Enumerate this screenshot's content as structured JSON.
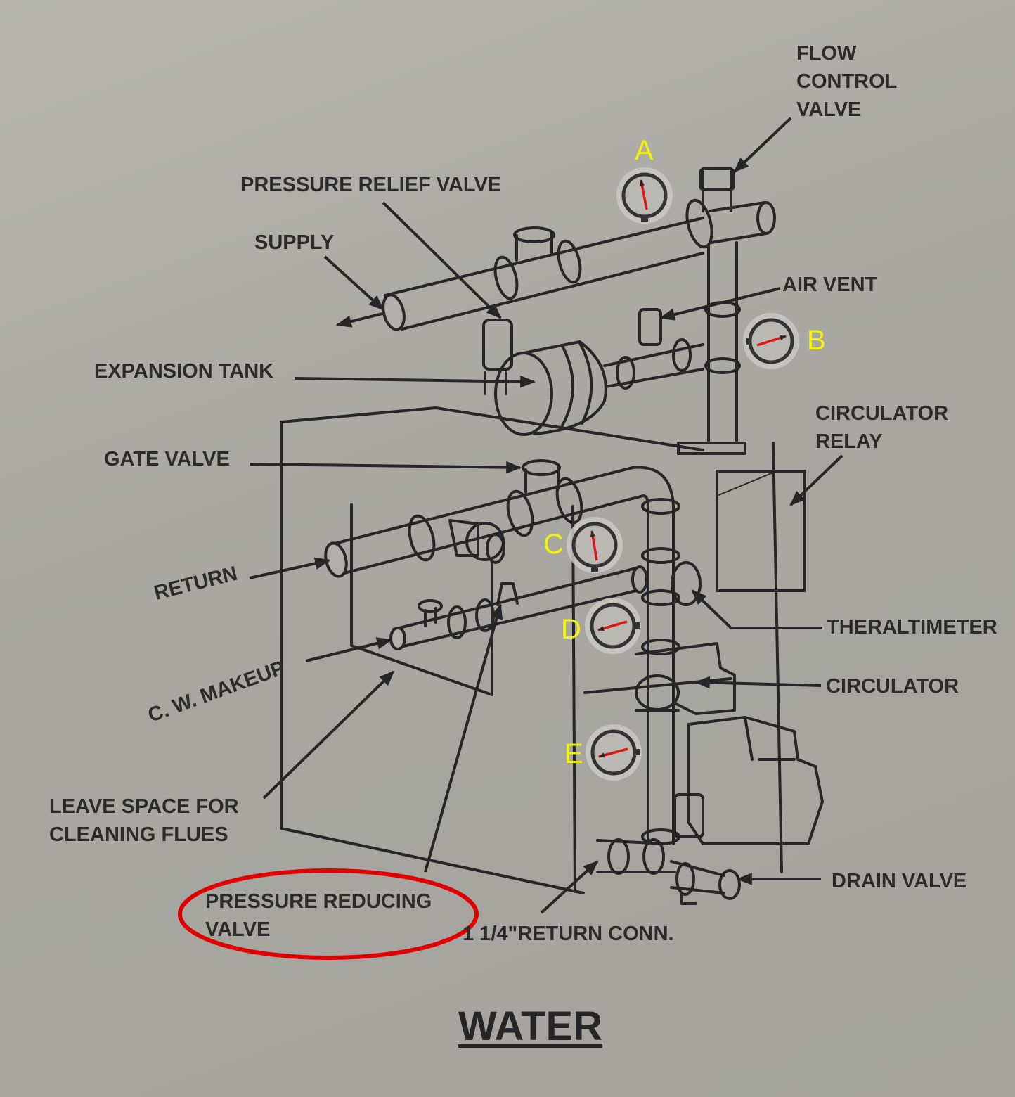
{
  "title": "WATER",
  "labels": {
    "flow_control_valve": "FLOW\nCONTROL\nVALVE",
    "pressure_relief_valve": "PRESSURE RELIEF VALVE",
    "supply": "SUPPLY",
    "air_vent": "AIR VENT",
    "expansion_tank": "EXPANSION TANK",
    "circulator_relay": "CIRCULATOR\nRELAY",
    "gate_valve": "GATE VALVE",
    "return": "RETURN",
    "theraltimeter": "THERALTIMETER",
    "cw_makeup": "C. W. MAKEUP",
    "circulator": "CIRCULATOR",
    "leave_space": "LEAVE SPACE FOR\nCLEANING FLUES",
    "pressure_reducing_valve": "PRESSURE REDUCING\nVALVE",
    "return_conn": "1 1/4\"RETURN CONN.",
    "drain_valve": "DRAIN VALVE"
  },
  "gauges": [
    {
      "letter": "A"
    },
    {
      "letter": "B"
    },
    {
      "letter": "C"
    },
    {
      "letter": "D"
    },
    {
      "letter": "E"
    }
  ],
  "colors": {
    "ink": "#2b2b2b",
    "gauge_letter": "#f2f20a",
    "needle": "#e01515",
    "highlight_ellipse": "#e00000"
  }
}
